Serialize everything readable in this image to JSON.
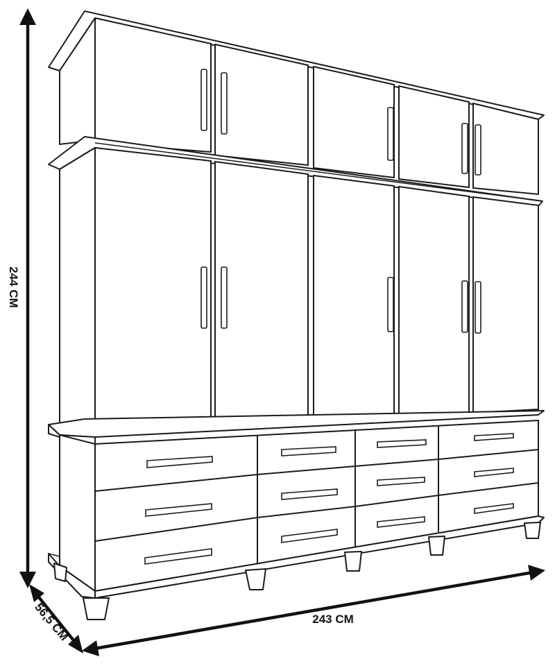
{
  "dimensions": {
    "height_label": "244 CM",
    "width_label": "243 CM",
    "depth_label": "56,5 CM"
  }
}
